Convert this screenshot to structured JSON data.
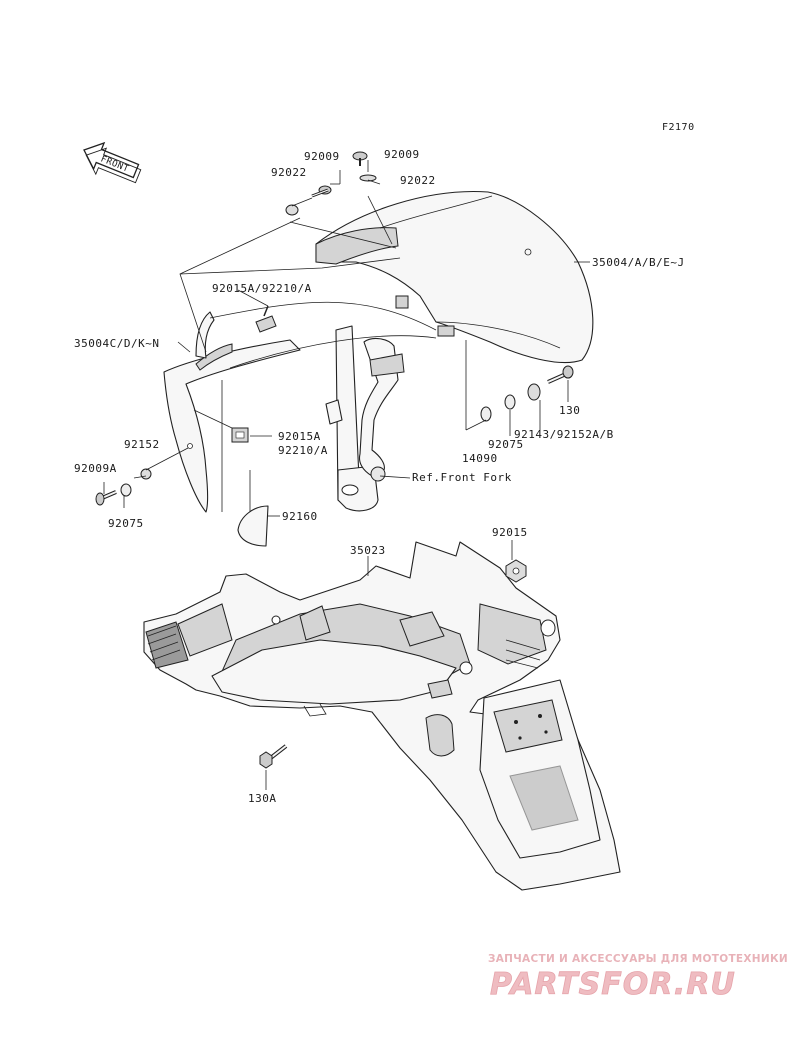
{
  "diagram": {
    "figure_code": "F2170",
    "front_indicator": "FRONT",
    "reference_label": "Ref.Front Fork",
    "part_labels": [
      {
        "key": "p92009_left",
        "text": "92009"
      },
      {
        "key": "p92009_right",
        "text": "92009"
      },
      {
        "key": "p92022_left",
        "text": "92022"
      },
      {
        "key": "p92022_right",
        "text": "92022"
      },
      {
        "key": "p35004_a",
        "text": "35004/A/B/E~J"
      },
      {
        "key": "p92015a_top",
        "text": "92015A/92210/A"
      },
      {
        "key": "p35004_c",
        "text": "35004C/D/K~N"
      },
      {
        "key": "p130",
        "text": "130"
      },
      {
        "key": "p92143",
        "text": "92143/92152A/B"
      },
      {
        "key": "p92075_right",
        "text": "92075"
      },
      {
        "key": "p14090",
        "text": "14090"
      },
      {
        "key": "p92152",
        "text": "92152"
      },
      {
        "key": "p92015a_mid",
        "text": "92015A"
      },
      {
        "key": "p92210_mid",
        "text": "92210/A"
      },
      {
        "key": "p92009a",
        "text": "92009A"
      },
      {
        "key": "p92075_left",
        "text": "92075"
      },
      {
        "key": "p92160",
        "text": "92160"
      },
      {
        "key": "p35023",
        "text": "35023"
      },
      {
        "key": "p92015",
        "text": "92015"
      },
      {
        "key": "p130a",
        "text": "130A"
      }
    ]
  },
  "watermark": {
    "tagline": "ЗАПЧАСТИ И АКСЕССУАРЫ ДЛЯ МОТОТЕХНИКИ",
    "brand": "PARTSFOR.RU",
    "color": "#efbcc1"
  }
}
